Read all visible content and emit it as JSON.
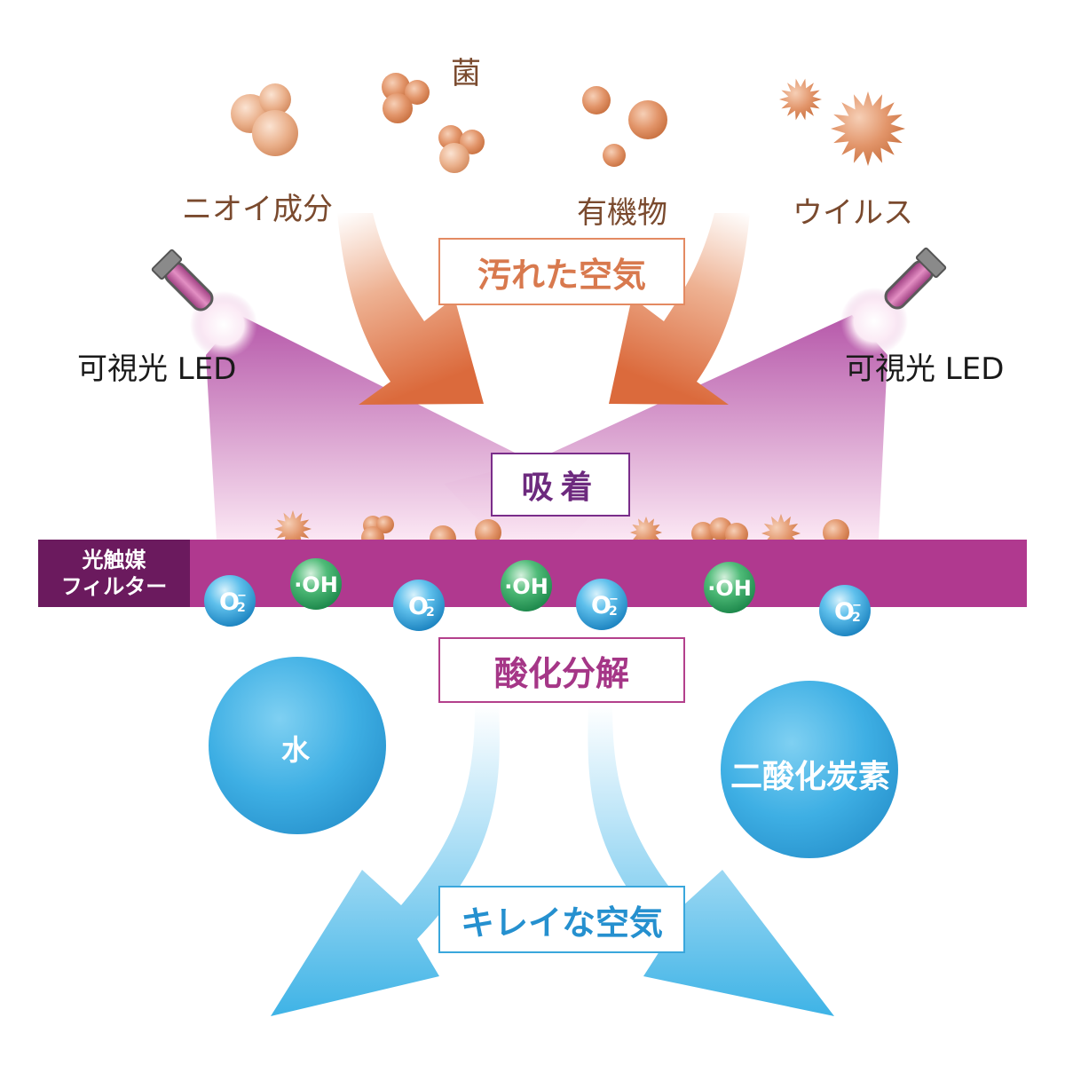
{
  "pollutants": {
    "bacteria": "菌",
    "odor": "ニオイ成分",
    "organic": "有機物",
    "virus": "ウイルス"
  },
  "led": {
    "left_label": "可視光 LED",
    "right_label": "可視光 LED"
  },
  "stages": {
    "dirty_air": "汚れた空気",
    "adsorption": "吸着",
    "oxidative_decomposition": "酸化分解",
    "clean_air": "キレイな空気"
  },
  "filter": {
    "label_line1": "光触媒",
    "label_line2": "フィルター"
  },
  "molecules": {
    "superoxide": "O",
    "superoxide_sub": "2",
    "superoxide_sup": "−",
    "hydroxyl": "·OH"
  },
  "products": {
    "water": "水",
    "co2": "二酸化炭素"
  },
  "colors": {
    "brown_particle": "#d9885e",
    "pink_light": "#c768b4",
    "filter_band": "#b0398f",
    "filter_tag": "#6b1a5e",
    "dirty_arrow": "#e07a52",
    "clean_arrow": "#45b8e8",
    "o2_bubble": "#3aa9e0",
    "oh_bubble": "#3aa86a"
  }
}
